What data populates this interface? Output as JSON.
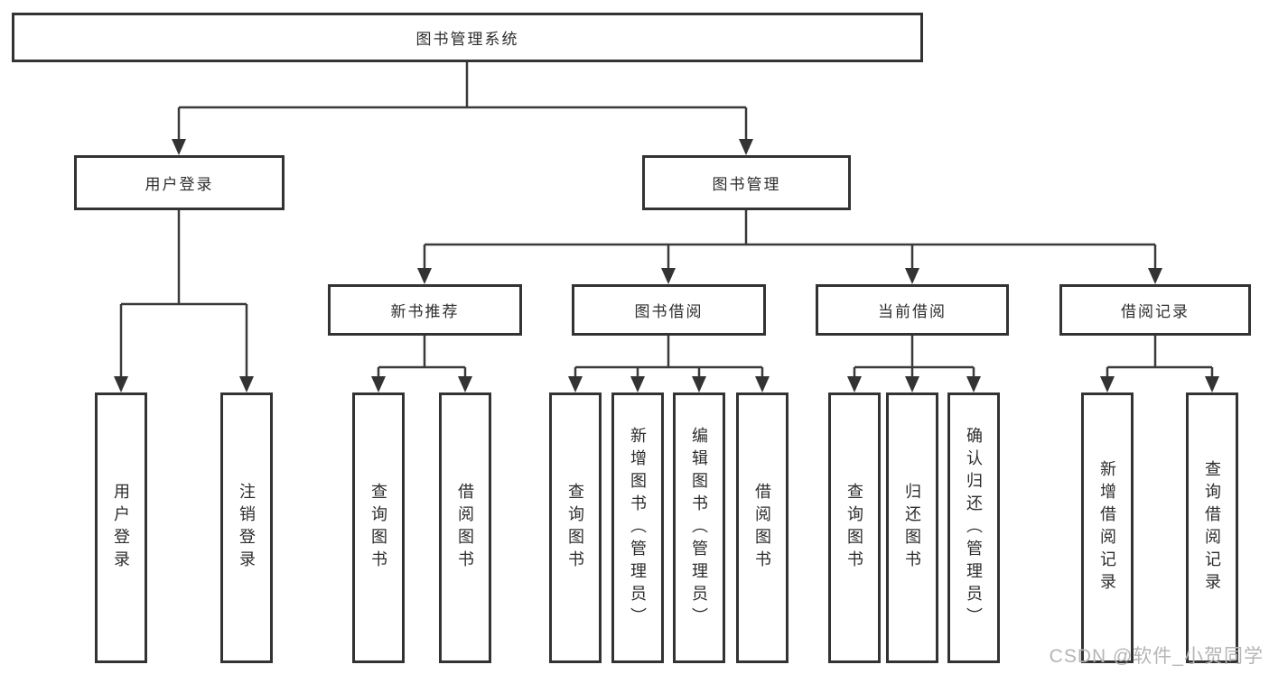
{
  "nodes": {
    "root": {
      "label": "图书管理系统"
    },
    "branches": [
      {
        "label": "用户登录",
        "children": [
          {
            "label": "用户登录"
          },
          {
            "label": "注销登录"
          }
        ]
      },
      {
        "label": "图书管理",
        "children": [
          {
            "label": "新书推荐",
            "children": [
              {
                "label": "查询图书"
              },
              {
                "label": "借阅图书"
              }
            ]
          },
          {
            "label": "图书借阅",
            "children": [
              {
                "label": "查询图书"
              },
              {
                "label": "新增图书（管理员）"
              },
              {
                "label": "编辑图书（管理员）"
              },
              {
                "label": "借阅图书"
              }
            ]
          },
          {
            "label": "当前借阅",
            "children": [
              {
                "label": "查询图书"
              },
              {
                "label": "归还图书"
              },
              {
                "label": "确认归还（管理员）"
              }
            ]
          },
          {
            "label": "借阅记录",
            "children": [
              {
                "label": "新增借阅记录"
              },
              {
                "label": "查询借阅记录"
              }
            ]
          }
        ]
      }
    ]
  },
  "watermark": {
    "text": "CSDN @软件_小贺同学"
  },
  "colors": {
    "line": "#3a3a3a",
    "box_border": "#333333",
    "text": "#2d2d2d",
    "background": "#ffffff",
    "watermark": "#b5b5b5"
  }
}
